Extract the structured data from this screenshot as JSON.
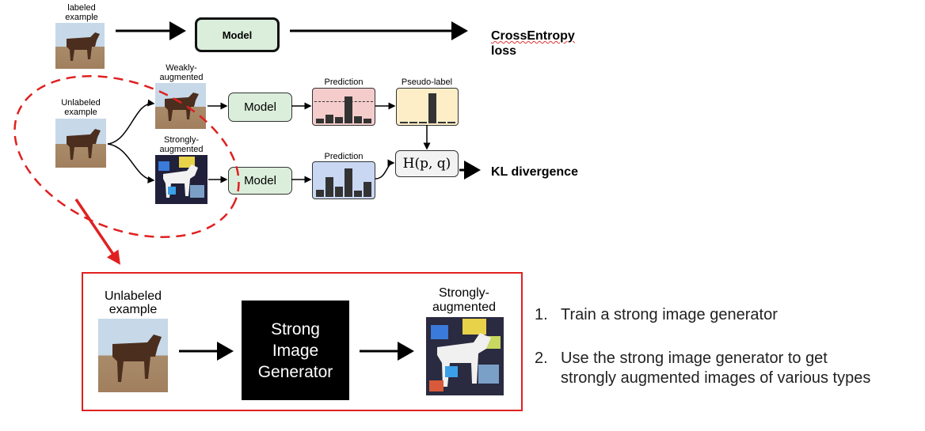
{
  "top_row": {
    "labeled_example": "labeled\nexample",
    "model": "Model",
    "loss_line1": "CrossEntropy",
    "loss_line2": "loss"
  },
  "pipeline": {
    "unlabeled_example": "Unlabeled\nexample",
    "weak_label": "Weakly-\naugmented",
    "strong_label": "Strongly-\naugmented",
    "model_weak": "Model",
    "model_strong": "Model",
    "prediction_weak": "Prediction",
    "pseudo_label": "Pseudo-label",
    "prediction_strong": "Prediction",
    "h_function": "H(p, q)",
    "kl": "KL divergence",
    "weak_prediction_bars": [
      0.15,
      0.3,
      0.2,
      0.9,
      0.25,
      0.15
    ],
    "pseudo_label_bars": [
      0.05,
      0.05,
      0.05,
      1.0,
      0.05,
      0.05
    ],
    "strong_prediction_bars": [
      0.25,
      0.65,
      0.35,
      0.95,
      0.2,
      0.5
    ]
  },
  "detail_box": {
    "unlabeled_example": "Unlabeled\nexample",
    "generator": "Strong\nImage\nGenerator",
    "strongly_augmented": "Strongly-\naugmented"
  },
  "notes": {
    "item1_number": "1.",
    "item1_text": "Train a strong image generator",
    "item2_number": "2.",
    "item2_line1": "Use the strong image generator to get",
    "item2_line2": "strongly augmented images of various types"
  },
  "colors": {
    "model_fill": "#dbeedb",
    "prediction_weak_fill": "#f4cccc",
    "pseudo_label_fill": "#fdeec8",
    "prediction_strong_fill": "#c9d7f3",
    "highlight_red": "#e02020",
    "generator_fill": "#000000"
  },
  "icons": [
    "horse-photo",
    "strongly-augmented-horse-photo",
    "arrow"
  ]
}
